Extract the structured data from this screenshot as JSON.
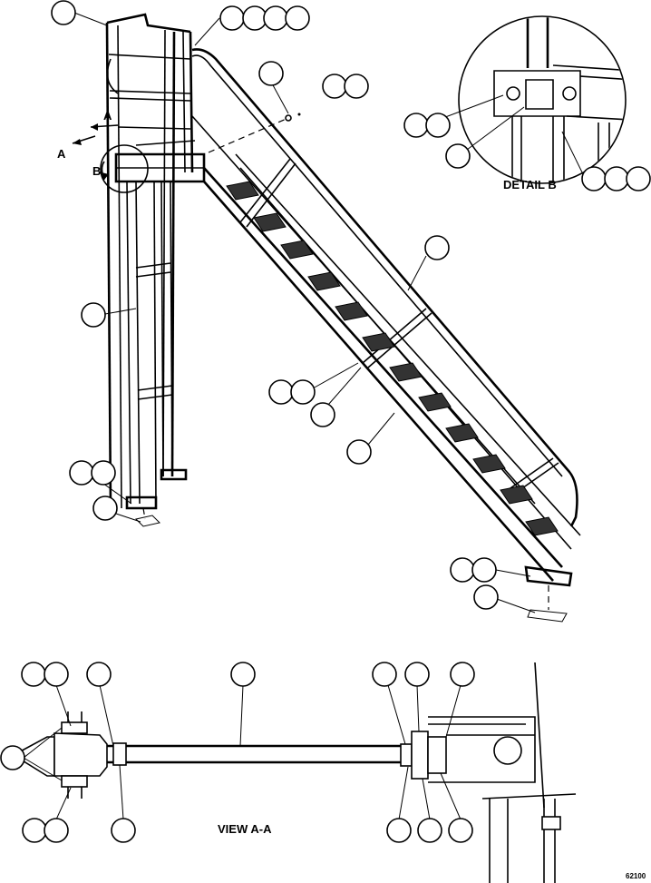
{
  "labels": {
    "detail_b": "DETAIL B",
    "view_aa": "VIEW A-A",
    "section_a_upper": "A",
    "section_a_lower": "A",
    "detail_b_marker": "B",
    "figure_code": "62100"
  },
  "colors": {
    "line": "#000000",
    "background": "#ffffff",
    "tread": "#333333"
  }
}
